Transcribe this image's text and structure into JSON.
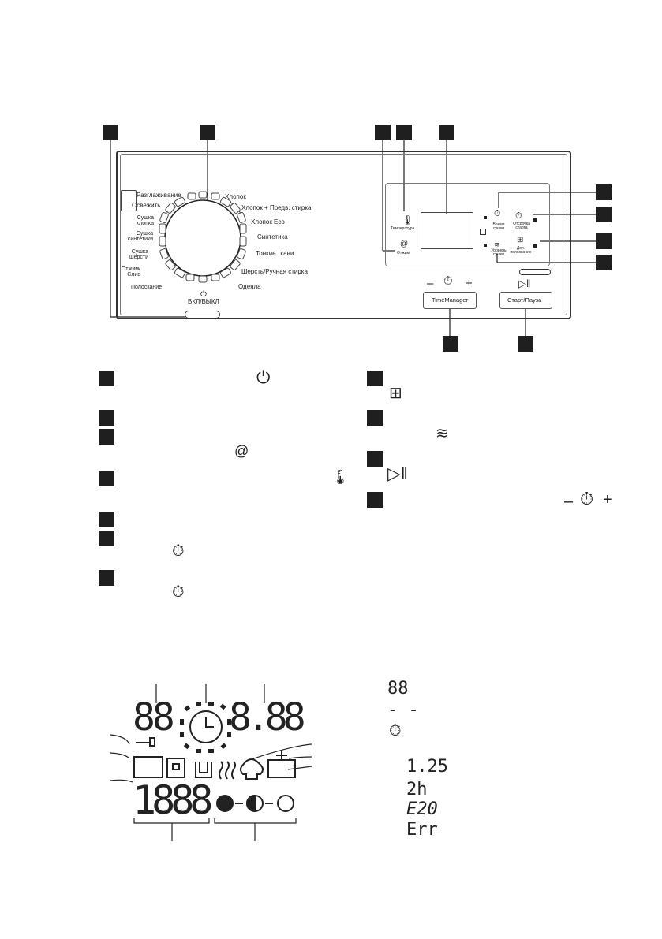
{
  "panel": {
    "programs_left": [
      "Разглаживание",
      "Освежить",
      "Сушка хлопка",
      "Сушка синтетики",
      "Сушка шерсти",
      "Отжим/ Слив",
      "Полоскание"
    ],
    "programs_right": [
      "Хлопок",
      "Хлопок + Предв. стирка",
      "Хлопок Eco",
      "Синтетика",
      "Тонкие ткани",
      "Шерсть/Ручная стирка",
      "Одеяла"
    ],
    "power_label": "ВКЛ/ВЫКЛ",
    "temperature_label": "Температура",
    "spin_label": "Отжим",
    "dry_time_label": "Время сушки",
    "dry_level_label": "Уровень сушки",
    "delay_start_label": "Отсрочка старта",
    "extra_rinse_label": "Доп. полоскание",
    "timemanager_label": "TimeManager",
    "start_pause_label": "Старт/Пауза",
    "timemanager_minus": "–",
    "timemanager_plus": "+"
  },
  "display": {
    "digits_top_left": "88",
    "digits_top_right": "8.88",
    "digits_bottom": "1888"
  },
  "legend": {
    "dash_symbol": "- -",
    "examples": [
      "1.25",
      "2h",
      "E20",
      "Err"
    ],
    "digits_symbol": "88"
  },
  "colors": {
    "marker": "#1f1f1f",
    "line": "#333333"
  }
}
